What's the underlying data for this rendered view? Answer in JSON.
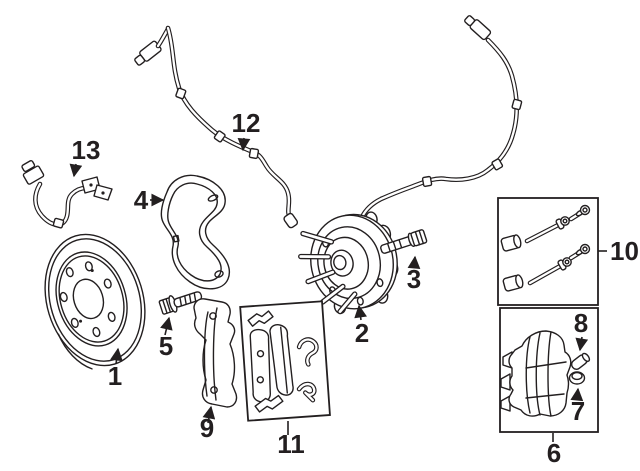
{
  "canvas": {
    "background": "#ffffff",
    "line_color": "#231f20",
    "description": "Exploded parts diagram of front disc brake components"
  },
  "callouts": [
    {
      "label": "1",
      "part": "brake-rotor"
    },
    {
      "label": "2",
      "part": "hub-and-bearing-assembly"
    },
    {
      "label": "3",
      "part": "wheel-stud"
    },
    {
      "label": "4",
      "part": "splash-shield"
    },
    {
      "label": "5",
      "part": "mounting-bolt"
    },
    {
      "label": "6",
      "part": "brake-caliper-kit-box"
    },
    {
      "label": "7",
      "part": "bushing-cap"
    },
    {
      "label": "8",
      "part": "guide-sleeve"
    },
    {
      "label": "9",
      "part": "caliper-mounting-bracket"
    },
    {
      "label": "10",
      "part": "guide-pin-hardware-kit-box"
    },
    {
      "label": "11",
      "part": "brake-pad-kit-box"
    },
    {
      "label": "12",
      "part": "abs-sensor-wire-harness"
    },
    {
      "label": "13",
      "part": "sensor-bracket-pigtail"
    }
  ]
}
